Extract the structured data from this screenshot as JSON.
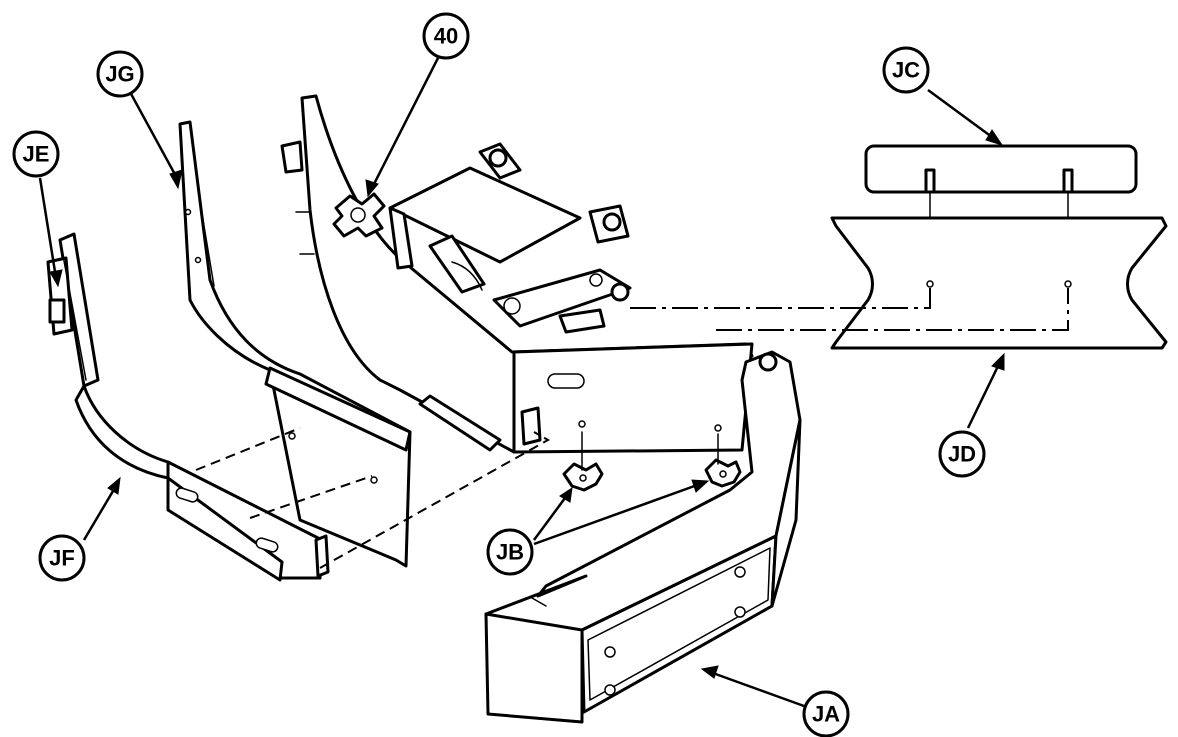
{
  "callouts": {
    "c40": "40",
    "jg": "JG",
    "je": "JE",
    "jc": "JC",
    "jd": "JD",
    "jf": "JF",
    "jb": "JB",
    "ja": "JA"
  }
}
